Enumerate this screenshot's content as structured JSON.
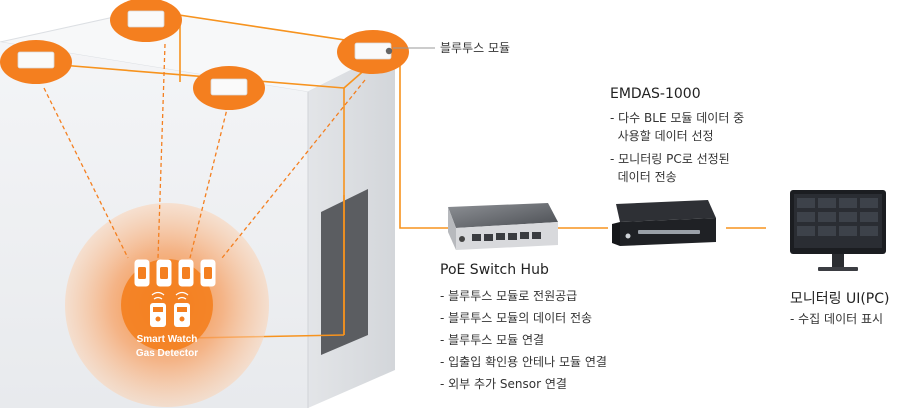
{
  "bluetooth_label": "블루투스 모듈",
  "emdas": {
    "title": "EMDAS-1000",
    "items": [
      "- 다수 BLE 모듈 데이터 중\n  사용할 데이터 선정",
      "- 모니터링 PC로 선정된\n  데이터 전송"
    ]
  },
  "hub": {
    "title": "PoE Switch Hub",
    "items": [
      "- 블루투스 모듈로 전원공급",
      "- 블루투스 모듈의 데이터 전송",
      "- 블루투스 모듈 연결",
      "- 입출입 확인용 안테나 모듈 연결",
      "- 외부 추가 Sensor 연결"
    ]
  },
  "monitor": {
    "title": "모니터링 UI(PC)",
    "items": [
      "- 수집 데이터 표시"
    ]
  },
  "detector": {
    "line1": "Smart Watch",
    "line2": "Gas Detector"
  },
  "colors": {
    "accent": "#f7931e",
    "glow": "#f9b98a",
    "building_front": "#f0f1f3",
    "building_side": "#dfe1e4"
  }
}
